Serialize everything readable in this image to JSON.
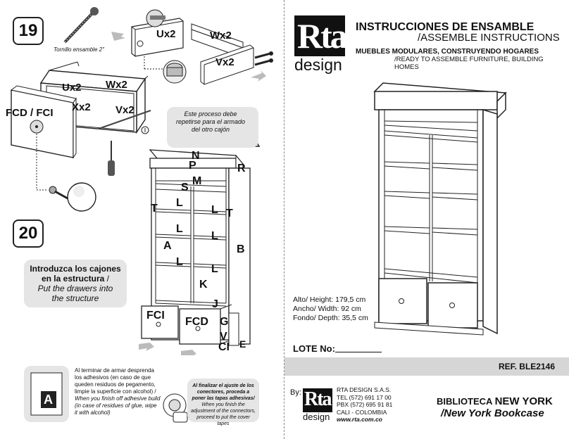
{
  "left_page": {
    "step19": {
      "number": "19",
      "screw_label": "Tornillo ensamble 2\"",
      "ux2_top": "Ux2",
      "wx2_top": "Wx2",
      "vx2_top": "Vx2",
      "ux2": "Ux2",
      "wx2": "Wx2",
      "xx2": "Xx2",
      "vx2": "Vx2",
      "fcd_fci": "FCD / FCI",
      "repeat_note": "Este proceso debe repetirse para el armado del otro cajón"
    },
    "step20": {
      "number": "20",
      "instruction_es_1": "Introduzca los cajones",
      "instruction_es_2": "en la estructura",
      "instruction_sep": " /",
      "instruction_en": "Put the drawers into the structure"
    },
    "bookcase_labels": {
      "N": "N",
      "P": "P",
      "R": "R",
      "M": "M",
      "S": "S",
      "T1": "T",
      "T2": "T",
      "L1": "L",
      "L2": "L",
      "L3": "L",
      "L4": "L",
      "L5": "L",
      "L6": "L",
      "A": "A",
      "B": "B",
      "K": "K",
      "J": "J",
      "FCI": "FCI",
      "FCD": "FCD",
      "G": "G",
      "V": "V",
      "CI": "CI",
      "E": "E"
    },
    "footer_note": {
      "letter": "A",
      "text_es": "Al terminar de armar desprenda los adhesivos (en caso de que queden residuos de pegamento, limpie la superficie con alcohol) /",
      "text_en": "When you finish off adhesive build (in case of residues of glue, wipe it with alcohol)",
      "cap_note_es": "Al finalizar el ajuste de los conectores, proceda a poner las tapas adhesivas/",
      "cap_note_en": "When you finish the adjustment of the connectors, proceed to put the cover tapes"
    }
  },
  "right_page": {
    "logo_top": "Rta",
    "logo_bottom": "design",
    "title_es": "INSTRUCCIONES DE ENSAMBLE",
    "title_en": "/ASSEMBLE INSTRUCTIONS",
    "subtitle_es": "MUEBLES MODULARES, CONSTRUYENDO HOGARES",
    "subtitle_en": "/READY TO ASSEMBLE FURNITURE, BUILDING HOMES",
    "dimensions": [
      "Alto/ Height: 179,5 cm",
      "Ancho/ Width: 92 cm",
      "Fondo/ Depth: 35,5 cm"
    ],
    "lote_label": "LOTE No:",
    "ref": "REF. BLE2146",
    "by_label": "By:",
    "company_lines": [
      "RTA DESIGN S.A.S.",
      "TEL (572) 691 17 00",
      "PBX (572) 695 91 81",
      "CALI - COLOMBIA",
      "www.rta.com.co"
    ],
    "product_es_prefix": "BIBLIOTECA ",
    "product_es_name": "NEW YORK",
    "product_en": "/New York Bookcase"
  }
}
